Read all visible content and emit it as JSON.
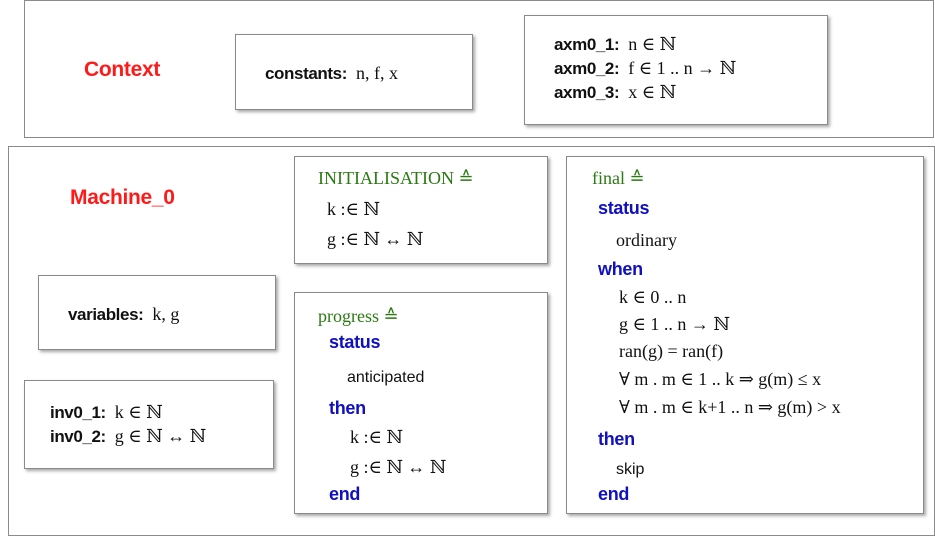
{
  "context": {
    "title": "Context",
    "constants_label": "constants:",
    "constants_value": "n, f, x",
    "axioms": [
      {
        "label": "axm0_1:",
        "expr": "n ∈ ℕ"
      },
      {
        "label": "axm0_2:",
        "expr": "f ∈ 1 .. n → ℕ"
      },
      {
        "label": "axm0_3:",
        "expr": "x ∈ ℕ"
      }
    ]
  },
  "machine": {
    "title": "Machine_0",
    "variables_label": "variables:",
    "variables_value": "k, g",
    "invariants": [
      {
        "label": "inv0_1:",
        "expr": "k ∈ ℕ"
      },
      {
        "label": "inv0_2:",
        "expr": "g ∈ ℕ ↔ ℕ"
      }
    ]
  },
  "init": {
    "name": "INITIALISATION ≙",
    "actions": [
      "k :∈ ℕ",
      "g :∈ ℕ ↔ ℕ"
    ]
  },
  "progress": {
    "name": "progress ≙",
    "status_kw": "status",
    "status": "anticipated",
    "then_kw": "then",
    "actions": [
      "k :∈ ℕ",
      "g :∈ ℕ ↔ ℕ"
    ],
    "end_kw": "end"
  },
  "final": {
    "name": "final ≙",
    "status_kw": "status",
    "status": "ordinary",
    "when_kw": "when",
    "guards": [
      "k ∈ 0 .. n",
      "g ∈ 1 .. n → ℕ",
      "ran(g) = ran(f)",
      "∀ m . m ∈ 1 .. k ⇒ g(m) ≤ x",
      "∀ m . m ∈ k+1 .. n ⇒ g(m) > x"
    ],
    "then_kw": "then",
    "action": "skip",
    "end_kw": "end"
  },
  "colors": {
    "title_red": "#ff1a1a",
    "keyword_blue": "#1010c0",
    "event_green": "#2a7a12",
    "border_gray": "#8a8a8a"
  }
}
